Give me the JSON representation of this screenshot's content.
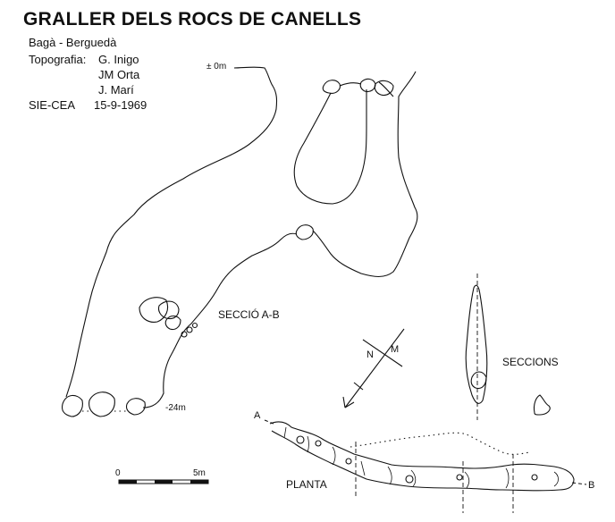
{
  "header": {
    "title": "GRALLER DELS ROCS DE CANELLS",
    "location": "Bagà - Berguedà"
  },
  "credits": {
    "label": "Topografia:",
    "names": [
      "G. Inigo",
      "JM Orta",
      "J. Marí"
    ],
    "org": "SIE-CEA",
    "date": "15-9-1969"
  },
  "profile": {
    "section_label": "SECCIÓ A-B",
    "top_depth": "± 0m",
    "bottom_depth": "-24m"
  },
  "plan": {
    "label": "PLANTA",
    "point_a": "A",
    "point_b": "B",
    "sections_label": "SECCIONS"
  },
  "compass": {
    "n_label": "N",
    "m_label": "M"
  },
  "scale": {
    "start": "0",
    "end": "5m"
  }
}
